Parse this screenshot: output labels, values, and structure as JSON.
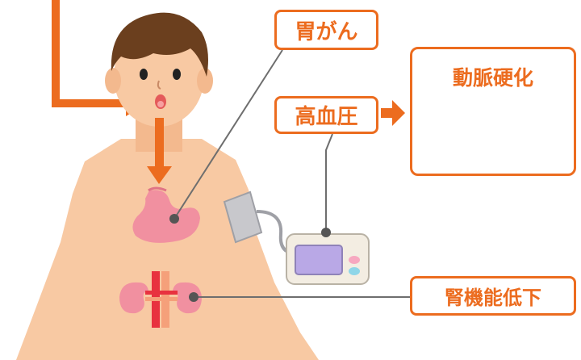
{
  "labels": {
    "stomach_cancer": "胃がん",
    "hypertension": "高血圧",
    "arteriosclerosis": "動脈硬化",
    "kidney_decline": "腎機能低下"
  },
  "colors": {
    "accent": "#ec6c1f",
    "skin": "#f8c9a3",
    "hair": "#6b3f1e",
    "organ_pink": "#f190a0",
    "blood_cell": "#e8323f",
    "plaque": "#8b5a3c",
    "leader_line": "#6e6e6e"
  }
}
